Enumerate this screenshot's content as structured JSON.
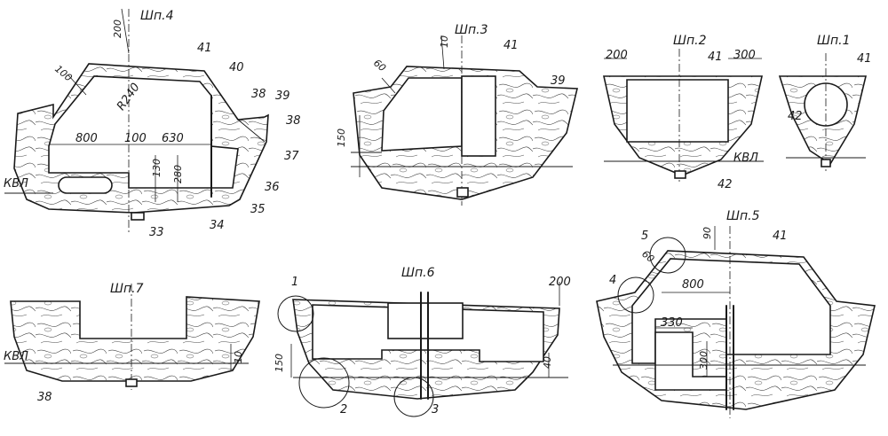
{
  "frames": {
    "f4": {
      "title": "Шп.4",
      "dims": {
        "d200": "200",
        "d100": "100",
        "r240": "R240",
        "d800": "800",
        "d100b": "100",
        "d630": "630",
        "d130": "130",
        "d280": "280"
      },
      "kvl": "КВЛ",
      "parts": [
        "41",
        "40",
        "38",
        "39",
        "38",
        "37",
        "36",
        "35",
        "34",
        "33"
      ]
    },
    "f3": {
      "title": "Шп.3",
      "dims": {
        "d10": "10",
        "d60": "60",
        "d150": "150"
      },
      "parts": [
        "41",
        "39"
      ]
    },
    "f2": {
      "title": "Шп.2",
      "dims": {
        "d200": "200",
        "d300": "300"
      },
      "kvl": "КВЛ",
      "parts": [
        "41",
        "42"
      ]
    },
    "f1": {
      "title": "Шп.1",
      "parts": [
        "41",
        "42"
      ]
    },
    "f5": {
      "title": "Шп.5",
      "dims": {
        "d90": "90",
        "d60": "60",
        "d800": "800",
        "d330": "330",
        "d300": "300"
      },
      "parts": [
        "41"
      ],
      "callouts": [
        "5",
        "4"
      ]
    },
    "f7": {
      "title": "Шп.7",
      "dims": {
        "d10": "10"
      },
      "kvl": "КВЛ",
      "parts": [
        "38"
      ]
    },
    "f6": {
      "title": "Шп.6",
      "dims": {
        "d200": "200",
        "d150": "150",
        "d40": "40"
      },
      "callouts": [
        "1",
        "2",
        "3"
      ]
    }
  }
}
